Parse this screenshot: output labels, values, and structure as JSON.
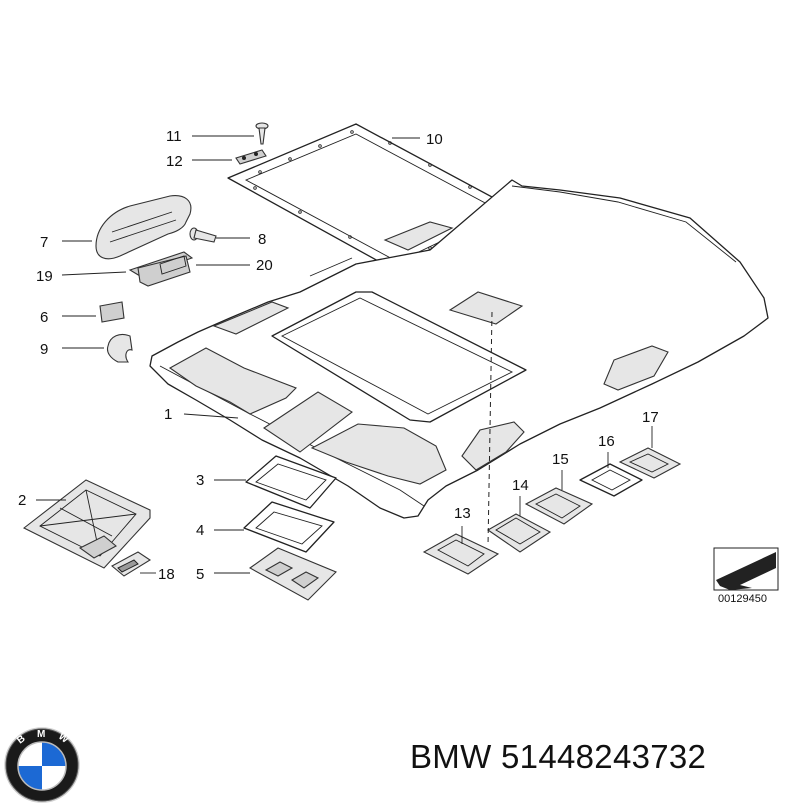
{
  "diagram": {
    "callouts": [
      "1",
      "2",
      "3",
      "4",
      "5",
      "6",
      "7",
      "8",
      "9",
      "10",
      "11",
      "12",
      "13",
      "14",
      "15",
      "16",
      "17",
      "18",
      "19",
      "20"
    ],
    "reference_code": "00129450"
  },
  "caption": {
    "brand": "BMW",
    "part_number": "51448243732"
  },
  "logo": {
    "letters": [
      "B",
      "M",
      "W"
    ],
    "colors": {
      "blue": "#1c69d4",
      "white": "#ffffff",
      "ring": "#1a1a1a"
    }
  }
}
